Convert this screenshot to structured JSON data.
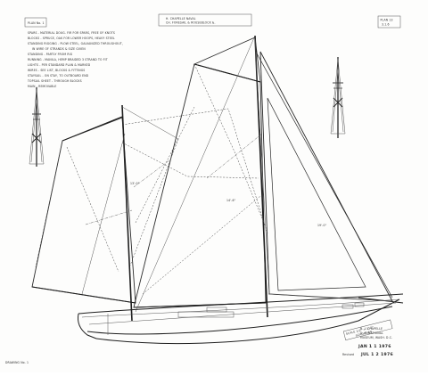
{
  "title_block": {
    "left_box": "PLAN No. 1",
    "center_box_line1": "H. CHAPELLE   NAVAL",
    "center_box_line2": "CH. FORESAIL &   ROUSEBLOCK  &.",
    "right_box_line1": "PLAN  13",
    "right_box_line2": "3.1.6"
  },
  "notes": [
    "SPARS - MATERIAL DOUG. FIR FOR SPARS, FREE OF KNOTS",
    "BLOCKS - SPRUCE, OAK FOR LOWER HOOPS, HEAVY STEEL",
    "STANDING RIGGING - PLOW STEEL, GALVANIZED THROUGHOUT,",
    "IN WIRE OF STRANDS & SIZE GIVEN",
    "STANDING - PARTLY FROM RIG",
    "RUNNING - MANILA, HEMP BRAIDED 3 STRAND TO FIT",
    "LIGHTS - PER STANDARD PLAN & MARKED",
    "WIRES - SEE LIST, BLOCKS & FITTINGS",
    "STAYSAIL - ON STAY, TO OUTBOARD END",
    "TOPSAIL SHEET - THROUGH BLOCKS",
    "MAIN - REMOVABLE"
  ],
  "dimension_labels": [
    "13'-0\"",
    "14'-6\"",
    "19'-0\""
  ],
  "corner_label": "DRAWING No. 1",
  "lower_right": {
    "legend_line1": "SCALE 1/2\" = 1'-0\"",
    "legend_line2": "SCHOONER",
    "sign_line1": "H. I. CHAPELLE",
    "sign_line2": "U. S. NATIONAL",
    "sign_line3": "MUSEUM, WASH. D.C.",
    "stamp1": "JAN 1 1 1976",
    "stamp2_prefix": "Revised",
    "stamp2": "JUL 1 2 1976"
  }
}
